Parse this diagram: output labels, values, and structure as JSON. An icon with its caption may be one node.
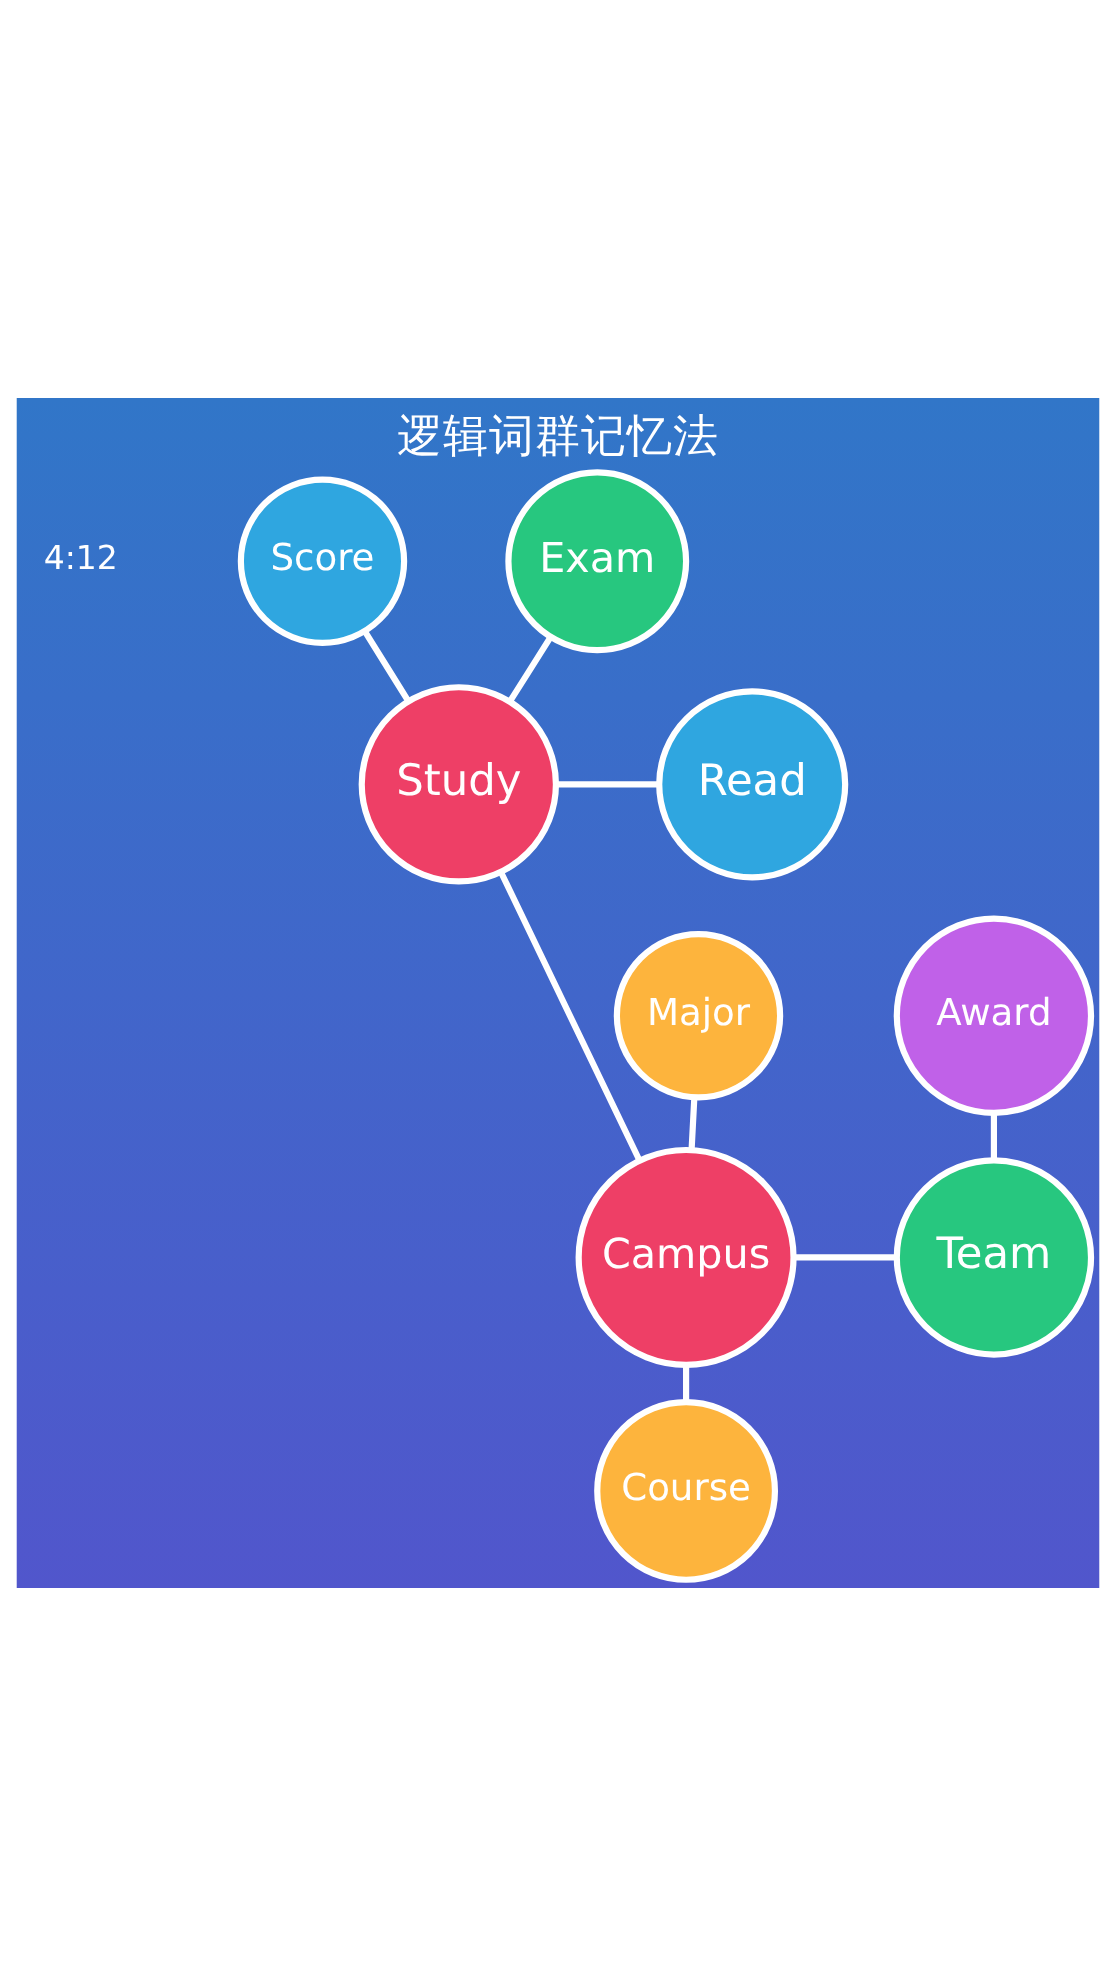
{
  "diagram": {
    "title": "逻辑词群记忆法",
    "nodes": [
      {
        "text": [
          "Exam"
        ]
      },
      {
        "text": [
          "Score"
        ]
      },
      {
        "text": [
          "Study"
        ]
      },
      {
        "text": [
          "Read"
        ]
      },
      {
        "text": [
          "Major"
        ]
      },
      {
        "text": [
          "Award"
        ]
      },
      {
        "text": [
          "Campus"
        ]
      },
      {
        "text": [
          "Team"
        ]
      },
      {
        "text": [
          "Course"
        ]
      }
    ],
    "edges": [
      {
        "from": 1,
        "to": 2,
        "arrow": "none"
      },
      {
        "from": 0,
        "to": 2,
        "arrow": "none"
      },
      {
        "from": 2,
        "to": 3,
        "arrow": "none"
      },
      {
        "from": 2,
        "to": 6,
        "arrow": "none"
      },
      {
        "from": 4,
        "to": 6,
        "arrow": "none"
      },
      {
        "from": 5,
        "to": 7,
        "arrow": "none"
      },
      {
        "from": 6,
        "to": 7,
        "arrow": "none"
      },
      {
        "from": 6,
        "to": 8,
        "arrow": "none"
      }
    ],
    "labels": [
      "4:12"
    ]
  }
}
